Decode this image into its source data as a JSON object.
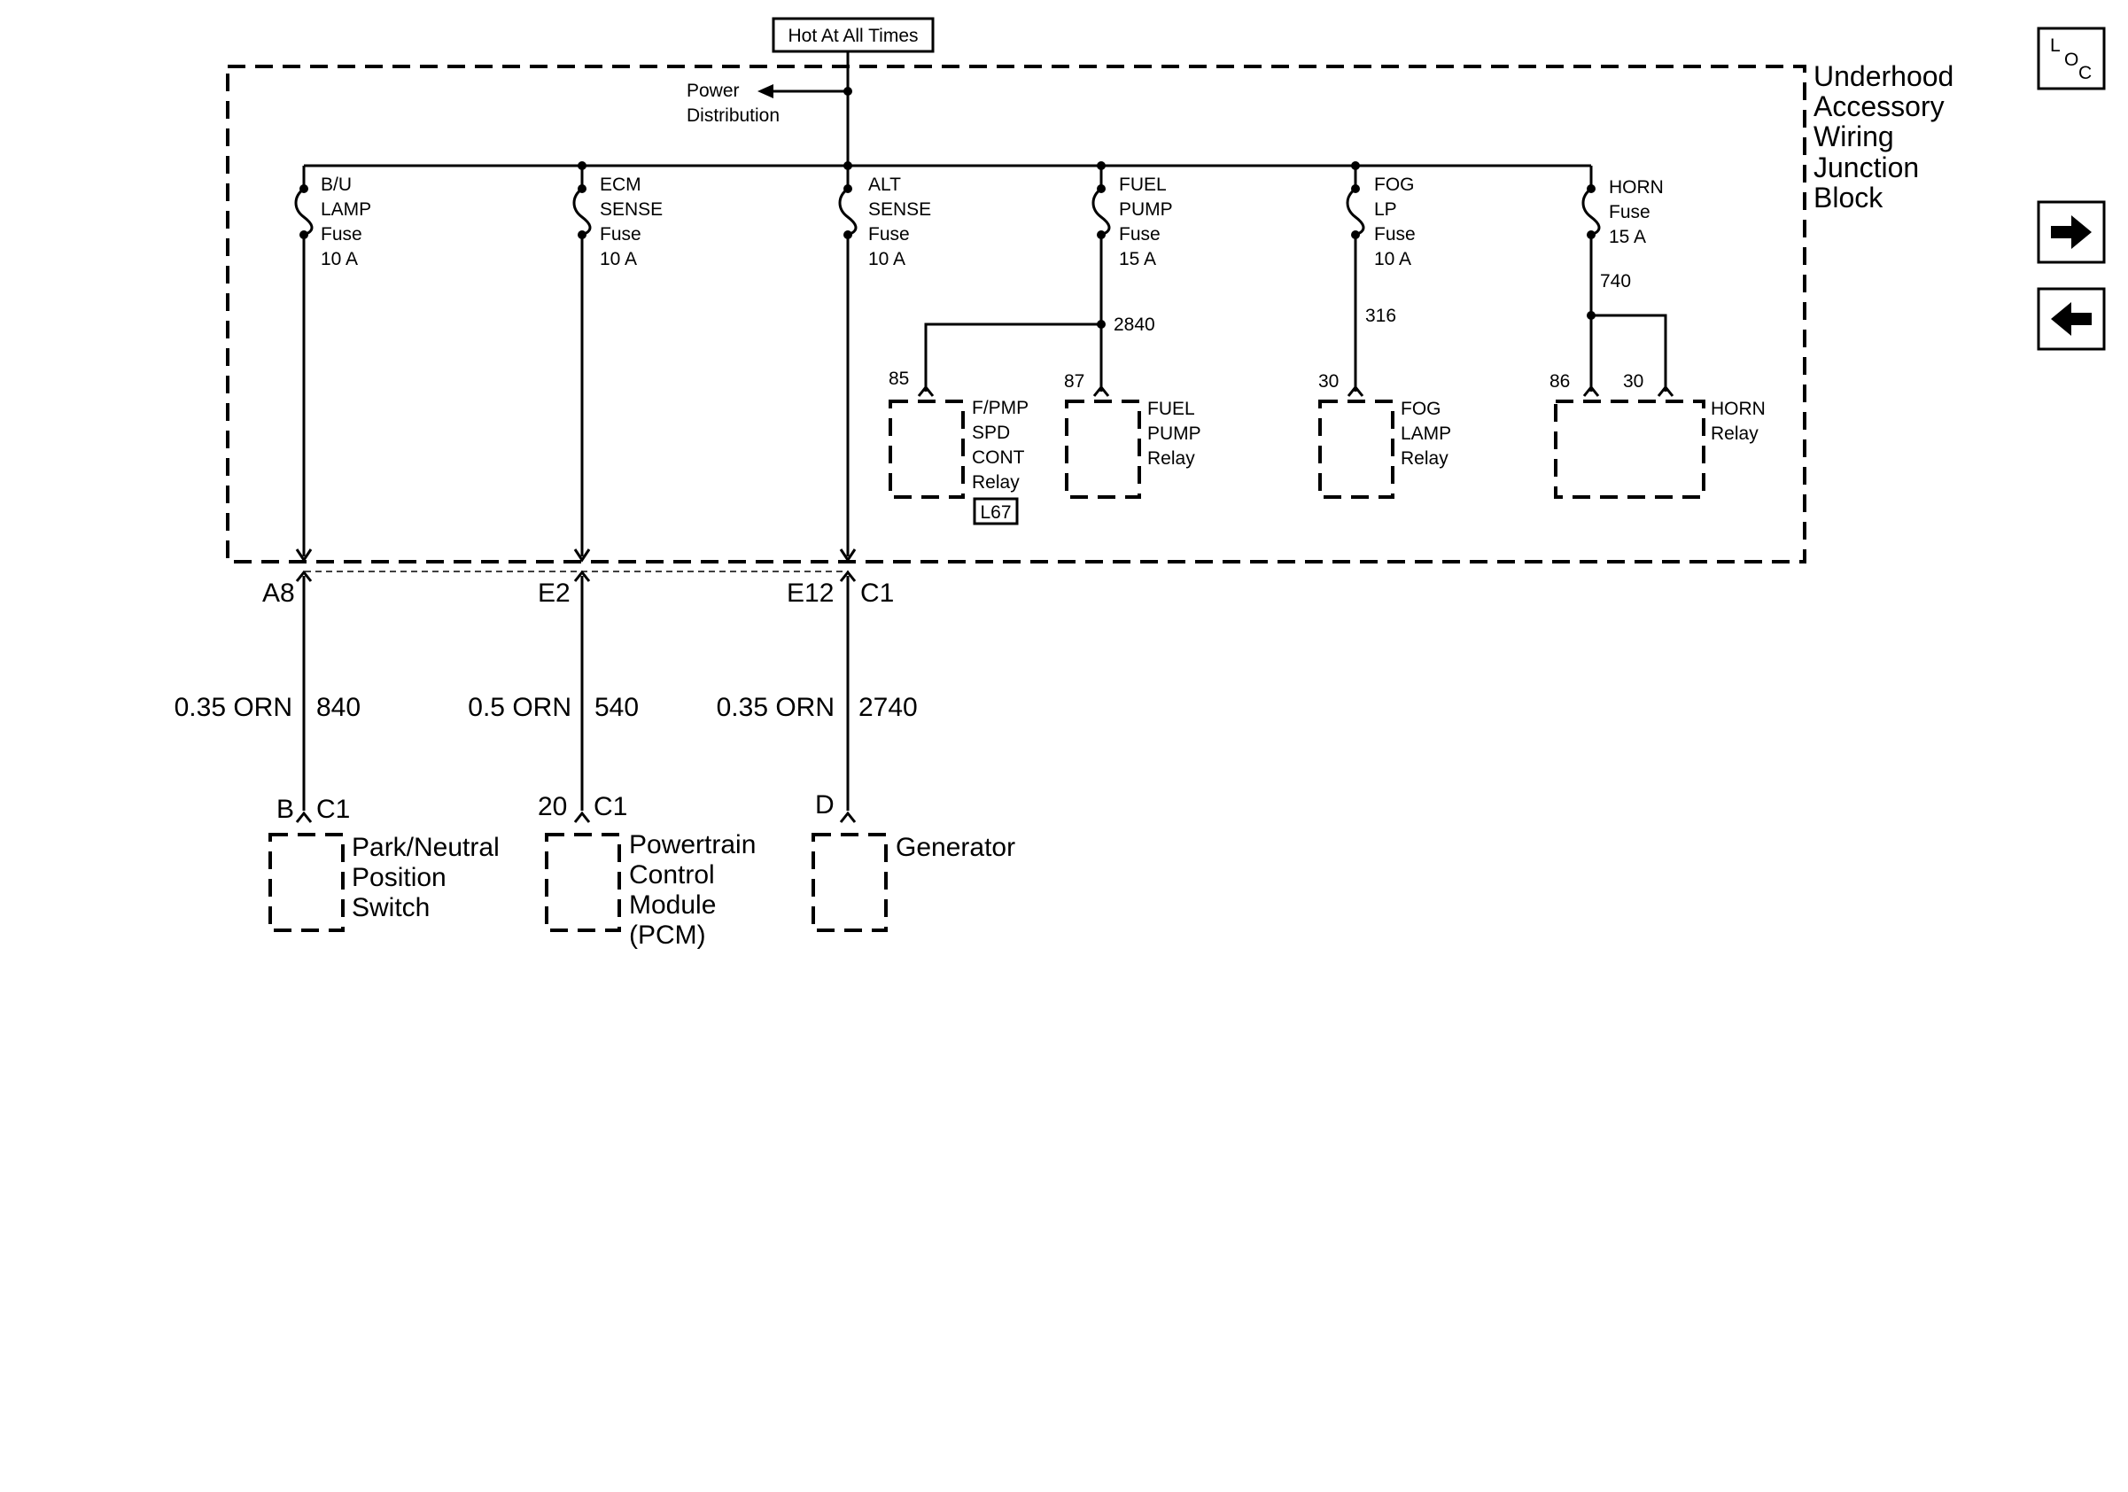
{
  "header": {
    "hot_label": "Hot At All Times"
  },
  "junction_block": {
    "title_lines": [
      "Underhood",
      "Accessory",
      "Wiring",
      "Junction",
      "Block"
    ],
    "power_distribution": [
      "Power",
      "Distribution"
    ]
  },
  "fuses": [
    {
      "lines": [
        "B/U",
        "LAMP",
        "Fuse",
        "10 A"
      ]
    },
    {
      "lines": [
        "ECM",
        "SENSE",
        "Fuse",
        "10 A"
      ]
    },
    {
      "lines": [
        "ALT",
        "SENSE",
        "Fuse",
        "10 A"
      ]
    },
    {
      "lines": [
        "FUEL",
        "PUMP",
        "Fuse",
        "15 A"
      ]
    },
    {
      "lines": [
        "FOG",
        "LP",
        "Fuse",
        "10 A"
      ]
    },
    {
      "lines": [
        "HORN",
        "Fuse",
        "15 A"
      ]
    }
  ],
  "circuits": {
    "fuel_pump": "2840",
    "fog": "316",
    "horn": "740"
  },
  "relays": [
    {
      "pin": "85",
      "lines": [
        "F/PMP",
        "SPD",
        "CONT",
        "Relay"
      ],
      "option": "L67"
    },
    {
      "pin": "87",
      "lines": [
        "FUEL",
        "PUMP",
        "Relay"
      ]
    },
    {
      "pin": "30",
      "lines": [
        "FOG",
        "LAMP",
        "Relay"
      ]
    },
    {
      "pins": [
        "86",
        "30"
      ],
      "lines": [
        "HORN",
        "Relay"
      ]
    }
  ],
  "connectors": [
    {
      "pin": "A8",
      "wire": "0.35 ORN",
      "circuit": "840"
    },
    {
      "pin": "E2",
      "wire": "0.5 ORN",
      "circuit": "540"
    },
    {
      "pin": "E12",
      "connector": "C1",
      "wire": "0.35 ORN",
      "circuit": "2740"
    }
  ],
  "components": [
    {
      "pin": "B",
      "connector": "C1",
      "lines": [
        "Park/Neutral",
        "Position",
        "Switch"
      ]
    },
    {
      "pin": "20",
      "connector": "C1",
      "lines": [
        "Powertrain",
        "Control",
        "Module",
        "(PCM)"
      ]
    },
    {
      "pin": "D",
      "lines": [
        "Generator"
      ]
    }
  ],
  "nav": {
    "loc_l": "L",
    "loc_o": "O",
    "loc_c": "C"
  }
}
